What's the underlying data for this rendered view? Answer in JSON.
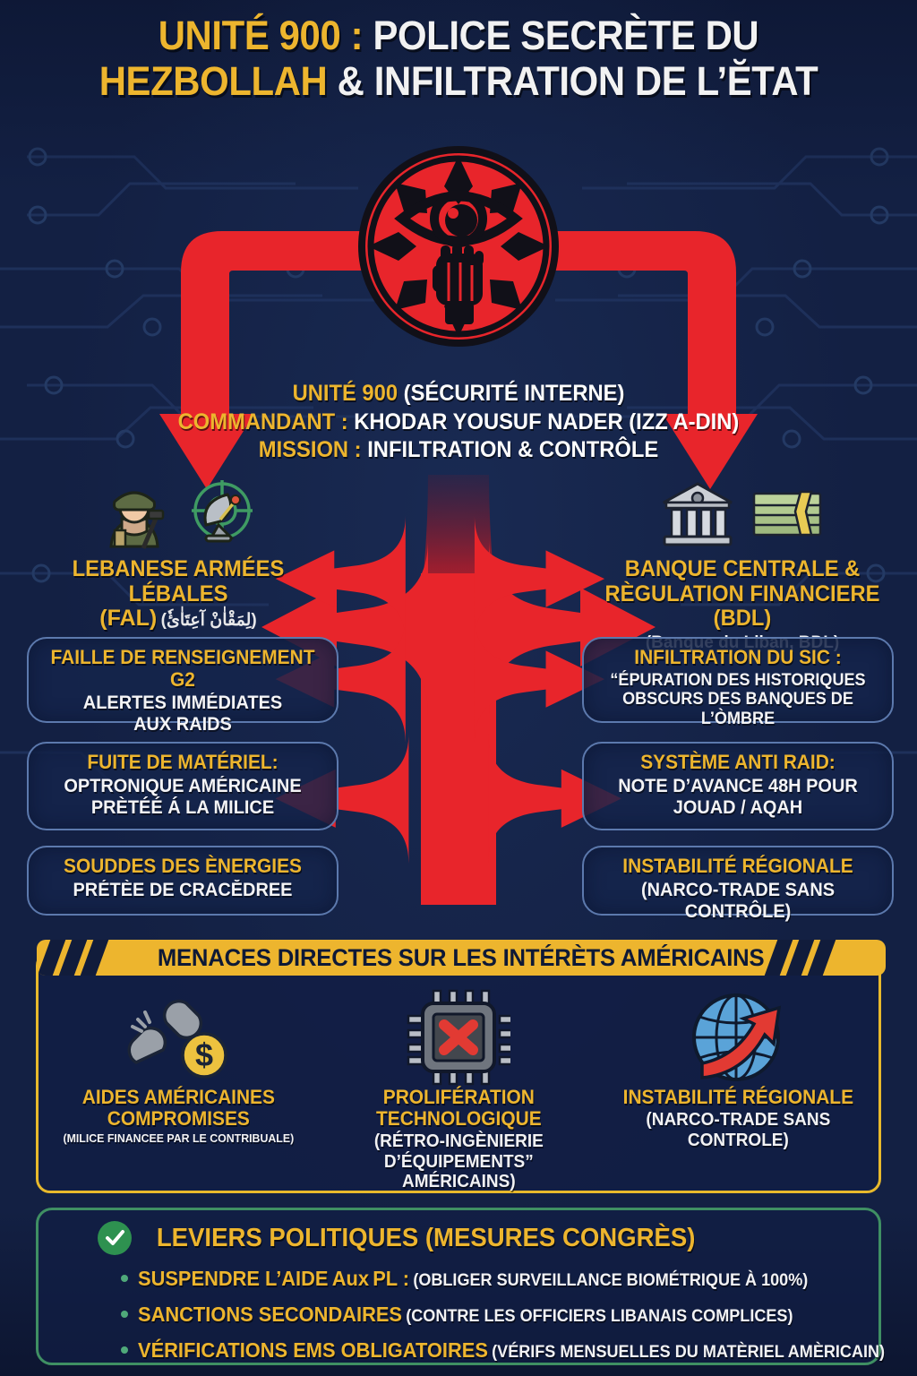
{
  "colors": {
    "background": "#132043",
    "gold": "#edb52e",
    "red": "#e8252b",
    "white": "#f2f2f2",
    "card_border": "#5c79ad",
    "green": "#3f8f63"
  },
  "title": {
    "line1_gold": "UNITÉ 900 :",
    "line1_white": "POLICE SECRÈTE DU",
    "line2_gold": "HEZBOLLAH",
    "line2_white": "& INFILTRATION DE L’ĔTAT"
  },
  "emblem": {
    "icon": "eye-fist-emblem-icon"
  },
  "unit_info": {
    "line1": "UNITÉ 900 (SÉCURITÉ INTERNE)",
    "line1_gold": "UNITÉ 900",
    "line1_rest": "(SÉCURITÉ INTERNE)",
    "line2_gold": "COMMANDANT :",
    "line2_rest": "KHODAR YOUSUF NADER (IZZ A-DIN)",
    "line3_gold": "MISSION :",
    "line3_rest": "INFILTRATION & CONTRÔLE"
  },
  "branches": {
    "left": {
      "icons": [
        "soldier-icon",
        "radar-target-icon"
      ],
      "title": "LEBANESE ARMÉES LÉBALES",
      "abbrev": "(FAL)",
      "arabic": "(لِمَقْاٰنْ آعِتَاٰئٗ)"
    },
    "right": {
      "icons": [
        "bank-icon",
        "cash-stack-icon"
      ],
      "title_line1": "BANQUE CENTRALE &",
      "title_line2": "RÈGULATION FINANCIERE (BDL)",
      "sub": "(Banque du Liban, BDL)"
    }
  },
  "cards": {
    "left": [
      {
        "title": "FAILLE DE RENSEIGNEMENT G2",
        "body": "ALERTES IMMÉDIATES\nAUX RAIDS"
      },
      {
        "title": "FUITE DE MATÉRIEL:",
        "body": "OPTRONIQUE AMÉRICAINE\nPRÈTÉÉ Á LA MILICE"
      },
      {
        "title": "SOUDDES DES ÈNERGIES",
        "body": "PRÉTÈE DE CRACĔDREE"
      }
    ],
    "right": [
      {
        "title": "INFILTRATION DU SIC :",
        "body": "“ÉPURATION DES HISTORIQUES\nOBSCURS DES BANQUES DE L’ÒMBRE"
      },
      {
        "title": "SYSTÈME ANTI RAID:",
        "body": "NOTE D’AVANCE 48H POUR\nJOUAD / AQAH"
      },
      {
        "title": "INSTABILITÉ RÉGIONALE",
        "body": "(NARCO-TRADE SANS CONTRÔLE)"
      }
    ]
  },
  "threats": {
    "banner": "MENACES DIRECTES SUR LES INTÉRÈTS AMÉRICAINS",
    "items": [
      {
        "icon": "broken-chain-dollar-icon",
        "title": "AIDES AMÉRICAINES\nCOMPROMISES",
        "sub": "(MILICE FINANCEE PAR LE CONTRIBUALE)"
      },
      {
        "icon": "chip-x-icon",
        "title": "PROLIFÉRATION TECHNOLOGIQUE",
        "sub": "(RÉTRO-INGÈNIERIE D’ÉQUIPEMENTS”\nAMÉRICAINS)"
      },
      {
        "icon": "globe-arrow-icon",
        "title": "INSTABILITÉ RÉGIONALE",
        "sub": "(NARCO-TRADE SANS CONTROLE)"
      }
    ]
  },
  "levers": {
    "check_icon": "green-check-icon",
    "title": "LEVIERS POLITIQUES (MESURES CONGRÈS)",
    "items": [
      {
        "key": "SUSPENDRE L’AIDE",
        "key_small": "Aux",
        "key2": "PL :",
        "value": "(OBLIGER SURVEILLANCE BIOMÉTRIQUE À 100%)"
      },
      {
        "key": "SANCTIONS SECONDAIRES",
        "key_small": "",
        "key2": "",
        "value": "(CONTRE LES OFFICIERS LIBANAIS COMPLICES)"
      },
      {
        "key": "VÉRIFICATIONS EMS OBLIGATOIRES",
        "key_small": "",
        "key2": "",
        "value": "(VÉRIFS MENSUELLES DU MATÈRIEL AMÈRICAIN)"
      }
    ]
  }
}
